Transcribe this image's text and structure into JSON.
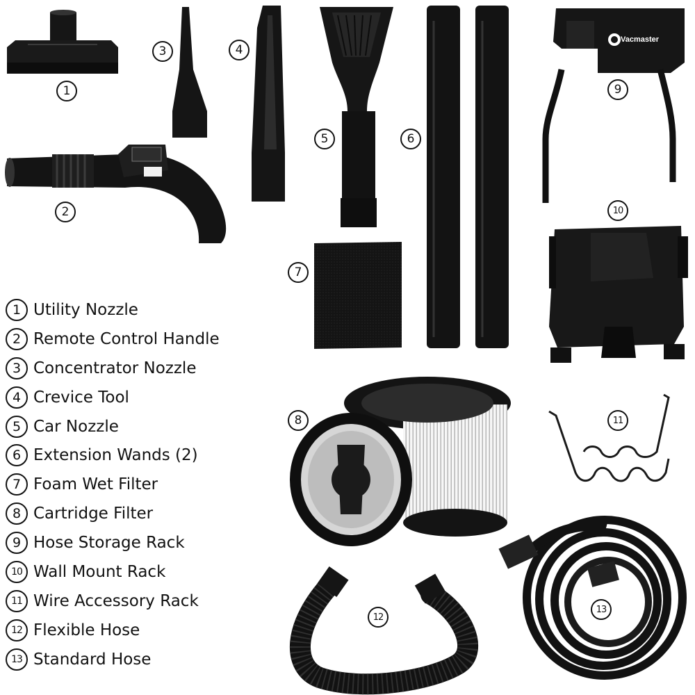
{
  "brand": "Vacmaster",
  "accessories": [
    {
      "num": "1",
      "name": "Utility Nozzle"
    },
    {
      "num": "2",
      "name": "Remote Control Handle"
    },
    {
      "num": "3",
      "name": "Concentrator Nozzle"
    },
    {
      "num": "4",
      "name": "Crevice Tool"
    },
    {
      "num": "5",
      "name": "Car Nozzle"
    },
    {
      "num": "6",
      "name": "Extension Wands (2)"
    },
    {
      "num": "7",
      "name": "Foam Wet Filter"
    },
    {
      "num": "8",
      "name": "Cartridge Filter"
    },
    {
      "num": "9",
      "name": "Hose Storage Rack"
    },
    {
      "num": "10",
      "name": "Wall Mount Rack"
    },
    {
      "num": "11",
      "name": "Wire Accessory Rack"
    },
    {
      "num": "12",
      "name": "Flexible Hose"
    },
    {
      "num": "13",
      "name": "Standard Hose"
    }
  ],
  "colors": {
    "product": "#111111",
    "filter_pleats": "#f4f4f4",
    "background": "#ffffff"
  }
}
